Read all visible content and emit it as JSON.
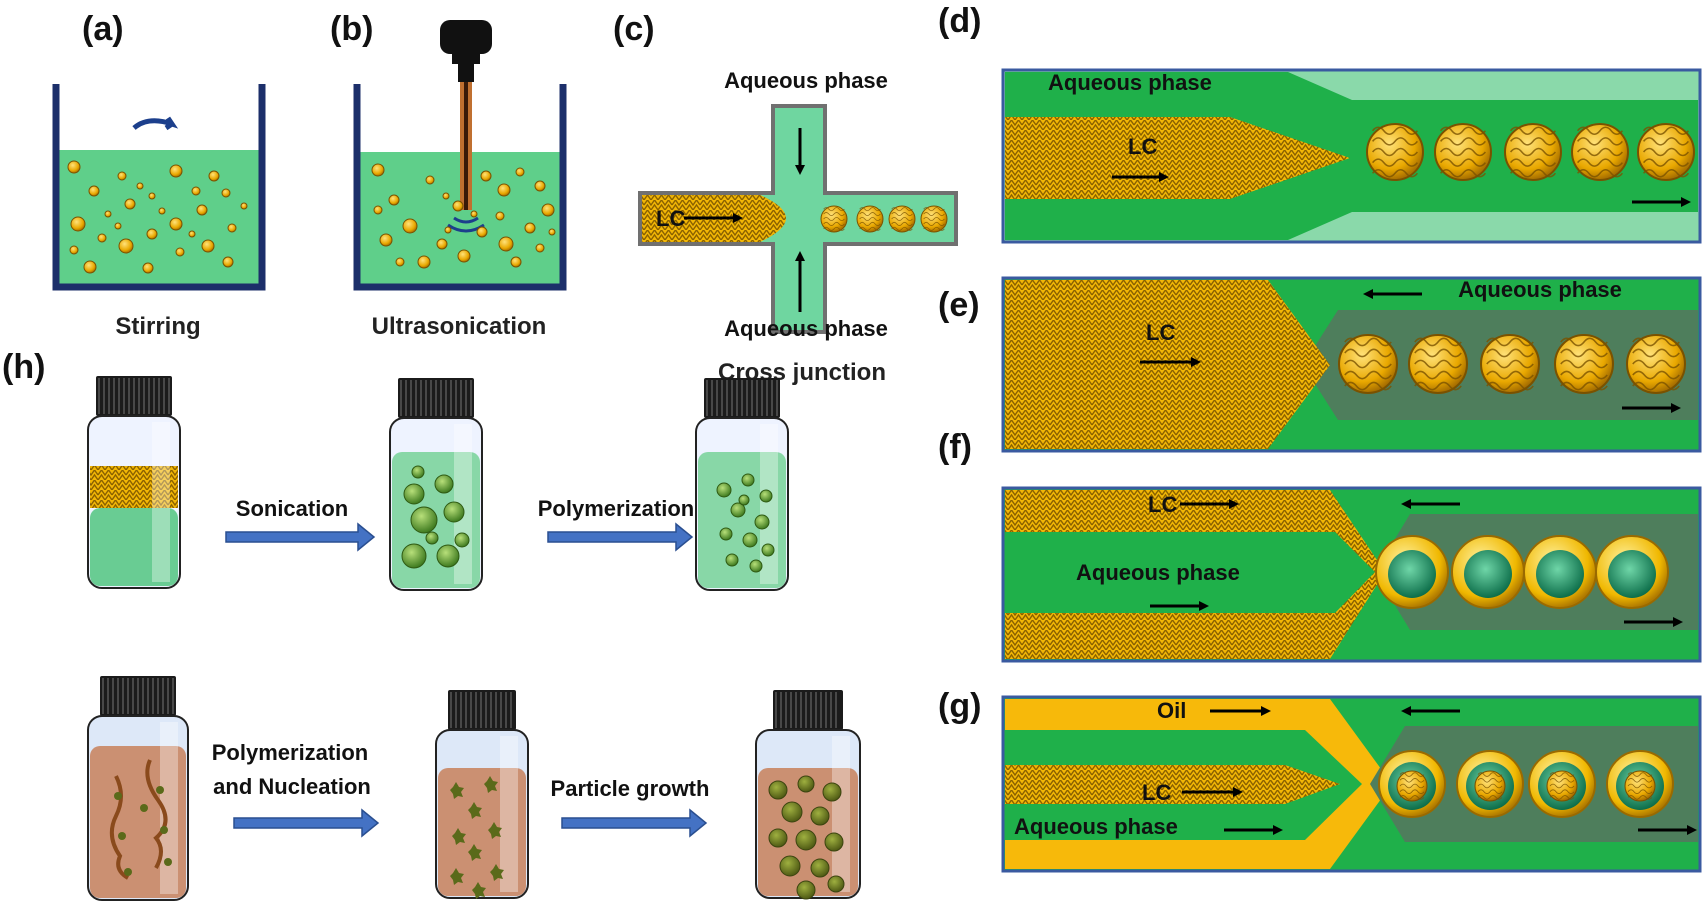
{
  "panels": {
    "a": {
      "label": "(a)",
      "caption": "Stirring"
    },
    "b": {
      "label": "(b)",
      "caption": "Ultrasonication"
    },
    "c": {
      "label": "(c)",
      "top": "Aqueous phase",
      "bottom": "Aqueous phase",
      "lc": "LC",
      "caption": "Cross junction"
    },
    "d": {
      "label": "(d)",
      "aqueous": "Aqueous phase",
      "lc": "LC"
    },
    "e": {
      "label": "(e)",
      "aqueous": "Aqueous phase",
      "lc": "LC"
    },
    "f": {
      "label": "(f)",
      "aqueous": "Aqueous phase",
      "lc": "LC"
    },
    "g": {
      "label": "(g)",
      "oil": "Oil",
      "lc": "LC",
      "aqueous": "Aqueous phase"
    },
    "h": {
      "label": "(h)",
      "row1": {
        "step1": "Sonication",
        "step2": "Polymerization"
      },
      "row2": {
        "step1_line1": "Polymerization",
        "step1_line2": "and Nucleation",
        "step2": "Particle growth"
      }
    }
  },
  "colors": {
    "lc_gold": "#f2b705",
    "lc_mesh": "#8a6100",
    "aqueous_green": "#1fb04a",
    "light_green": "#7fd5a0",
    "outer_oil": "#f7b90a",
    "channel_dark": "#4e7e5c",
    "beaker_blue": "#1c2f6a",
    "arrow_blue": "#4472c4",
    "vial_brown": "#c98866"
  }
}
